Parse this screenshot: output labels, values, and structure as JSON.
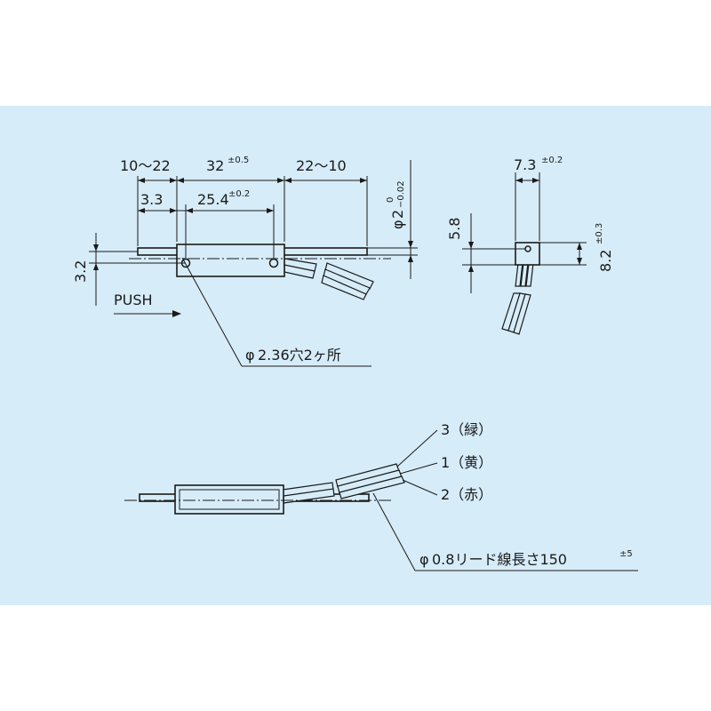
{
  "colors": {
    "page": "#ffffff",
    "panel": "#d6ecf8",
    "ink": "#1a1a1a"
  },
  "front_view": {
    "dim_left": "10〜22",
    "dim_center": "32",
    "dim_center_tol": "±0.5",
    "dim_right": "22〜10",
    "dim_offset": "3.3",
    "dim_pitch": "25.4",
    "dim_pitch_tol": "±0.2",
    "dim_height": "3.2",
    "dim_dia_symbol": "φ",
    "dim_dia": "2",
    "dim_dia_tol_upper": "0",
    "dim_dia_tol_lower": "−0.02",
    "push_label": "PUSH",
    "hole_phi": "φ",
    "hole_note": "2.36穴2ヶ所"
  },
  "side_view": {
    "dim_width": "7.3",
    "dim_width_tol": "±0.2",
    "dim_height": "8.2",
    "dim_height_tol": "±0.3",
    "dim_offset": "5.8"
  },
  "lead_view": {
    "lead_3": "3（緑）",
    "lead_1": "1（黄）",
    "lead_2": "2（赤）",
    "lead_phi": "φ",
    "lead_note": "0.8リード線長さ150",
    "lead_note_tol": "±5"
  }
}
